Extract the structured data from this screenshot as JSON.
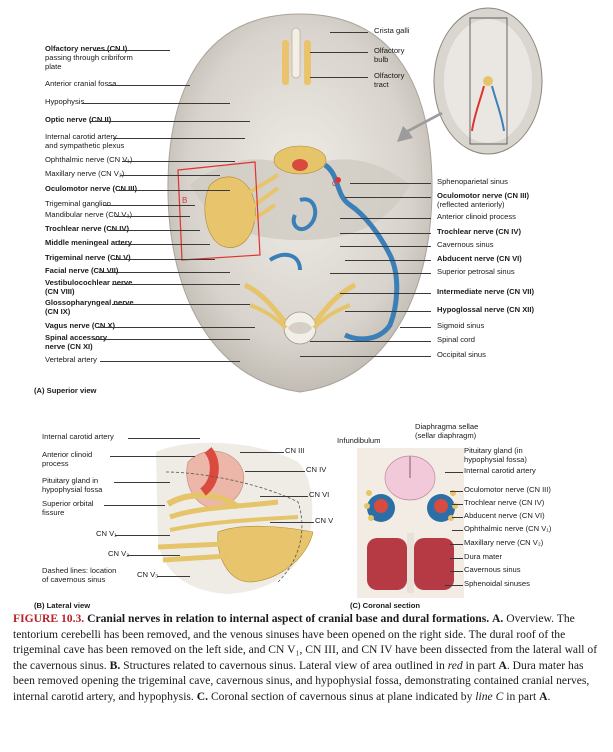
{
  "panel_a": {
    "title": "(A) Superior view",
    "left_labels": [
      {
        "text": "Olfactory nerves (CN I)",
        "bold": true
      },
      {
        "text": "passing through cribriform",
        "bold": false
      },
      {
        "text": "plate",
        "bold": false
      },
      {
        "text": "Anterior cranial fossa",
        "bold": false
      },
      {
        "text": "Hypophysis",
        "bold": false
      },
      {
        "text": "Optic nerve (CN II)",
        "bold": true
      },
      {
        "text": "Internal carotid artery",
        "bold": false
      },
      {
        "text": "and sympathetic plexus",
        "bold": false
      },
      {
        "text": "Ophthalmic nerve (CN V₁)",
        "bold": false
      },
      {
        "text": "Maxillary nerve (CN V₂)",
        "bold": false
      },
      {
        "text": "Oculomotor nerve (CN III)",
        "bold": true
      },
      {
        "text": "Trigeminal ganglion",
        "bold": false
      },
      {
        "text": "Mandibular nerve (CN V₃)",
        "bold": false
      },
      {
        "text": "Trochlear nerve (CN IV)",
        "bold": true
      },
      {
        "text": "Middle meningeal artery",
        "bold": true
      },
      {
        "text": "Trigeminal nerve (CN V)",
        "bold": true
      },
      {
        "text": "Facial nerve (CN VII)",
        "bold": true
      },
      {
        "text": "Vestibulocochlear nerve",
        "bold": true
      },
      {
        "text": "(CN VIII)",
        "bold": true
      },
      {
        "text": "Glossopharyngeal nerve",
        "bold": true
      },
      {
        "text": "(CN IX)",
        "bold": true
      },
      {
        "text": "Vagus nerve (CN X)",
        "bold": true
      },
      {
        "text": "Spinal accessory",
        "bold": true
      },
      {
        "text": "nerve (CN XI)",
        "bold": true
      },
      {
        "text": "Vertebral artery",
        "bold": false
      }
    ],
    "right_labels": [
      {
        "text": "Crista galli",
        "bold": false
      },
      {
        "text": "Olfactory",
        "bold": false
      },
      {
        "text": "bulb",
        "bold": false
      },
      {
        "text": "Olfactory",
        "bold": false
      },
      {
        "text": "tract",
        "bold": false
      },
      {
        "text": "Sphenoparietal sinus",
        "bold": false
      },
      {
        "text": "Oculomotor nerve (CN III)",
        "bold": true
      },
      {
        "text": "(reflected anteriorly)",
        "bold": false
      },
      {
        "text": "Anterior clinoid process",
        "bold": false
      },
      {
        "text": "Trochlear nerve (CN IV)",
        "bold": true
      },
      {
        "text": "Cavernous sinus",
        "bold": false
      },
      {
        "text": "Abducent nerve (CN VI)",
        "bold": true
      },
      {
        "text": "Superior petrosal sinus",
        "bold": false
      },
      {
        "text": "Intermediate nerve (CN VII)",
        "bold": true
      },
      {
        "text": "Hypoglossal nerve (CN XII)",
        "bold": true
      },
      {
        "text": "Sigmoid sinus",
        "bold": false
      },
      {
        "text": "Spinal cord",
        "bold": false
      },
      {
        "text": "Occipital sinus",
        "bold": false
      }
    ],
    "marker_b": "B",
    "marker_c": "C"
  },
  "panel_b": {
    "title": "(B) Lateral view",
    "labels": [
      "Internal carotid artery",
      "Anterior clinoid",
      "process",
      "Pituitary gland in",
      "hypophysial fossa",
      "Superior orbital",
      "fissure",
      "CN III",
      "CN IV",
      "CN VI",
      "CN V",
      "CN V₁",
      "CN V₂",
      "CN V₃",
      "Dashed lines: location",
      "of cavernous sinus"
    ]
  },
  "panel_c": {
    "title": "(C) Coronal section",
    "labels": [
      "Diaphragma sellae",
      "(sellar diaphragm)",
      "Infundibulum",
      "Pituitary gland (in",
      "hypophysial fossa)",
      "Internal carotid artery",
      "Oculomotor nerve (CN III)",
      "Trochlear nerve (CN IV)",
      "Abducent nerve (CN VI)",
      "Ophthalmic nerve (CN V₁)",
      "Maxillary nerve (CN V₂)",
      "Dura mater",
      "Cavernous sinus",
      "Sphenoidal sinuses"
    ]
  },
  "caption": {
    "head": "FIGURE 10.3.",
    "title": "Cranial nerves in relation to internal aspect of cranial base and dural formations.",
    "p_a_label": "A.",
    "p_a": "Overview. The tentorium cerebelli has been removed, and the venous sinuses have been opened on the right side. The dural roof of the trigeminal cave has been removed on the left side, and CN V₁, CN III, and CN IV have been dissected from the lateral wall of the cavernous sinus.",
    "p_b_label": "B.",
    "p_b_1": "Structures related to cavernous sinus. Lateral view of area outlined in",
    "p_b_italic": "red",
    "p_b_2": "in part",
    "p_b_A": "A",
    "p_b_3": ". Dura mater has been removed opening the trigeminal cave, cavernous sinus, and hypophysial fossa, demonstrating contained cranial nerves, internal carotid artery, and hypophysis.",
    "p_c_label": "C.",
    "p_c_1": "Coronal section of cavernous sinus at plane indicated by",
    "p_c_italic": "line C",
    "p_c_2": "in part",
    "p_c_A": "A",
    "p_c_end": "."
  },
  "colors": {
    "dura": "#d9d5cf",
    "nerve": "#e6c46a",
    "vein": "#3b7fb8",
    "artery": "#c8383c",
    "outline_red": "#e0322f",
    "caption_red": "#b8202a"
  }
}
